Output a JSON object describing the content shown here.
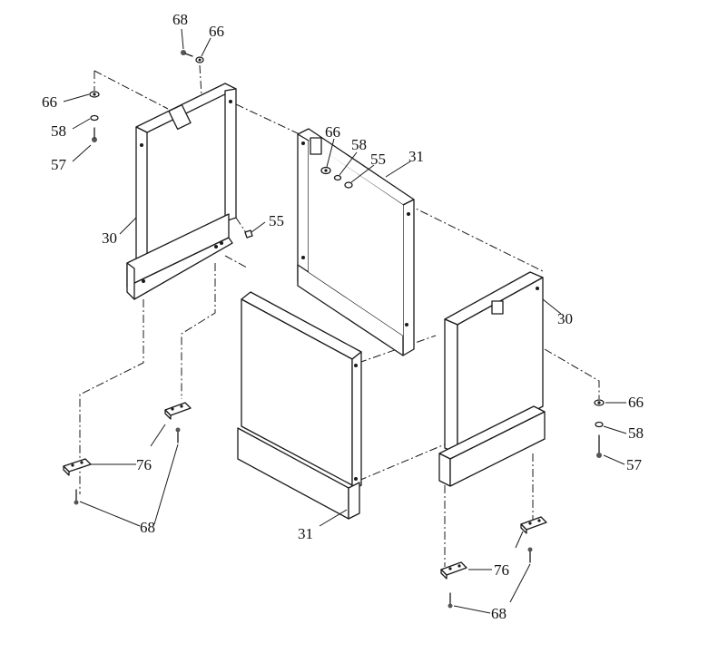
{
  "diagram": {
    "labels": {
      "screw_top": "68",
      "washer_top": "66",
      "washer_left": "66",
      "lock_left": "58",
      "bolt_left": "57",
      "side_left": "30",
      "nut_left": "55",
      "washer_back": "66",
      "lock_back": "58",
      "nut_back": "55",
      "back_panel": "31",
      "side_right": "30",
      "washer_right": "66",
      "lock_right": "58",
      "bolt_right": "57",
      "foot_left": "76",
      "screw_left": "68",
      "front_panel": "31",
      "foot_right": "76",
      "screw_right": "68"
    }
  }
}
